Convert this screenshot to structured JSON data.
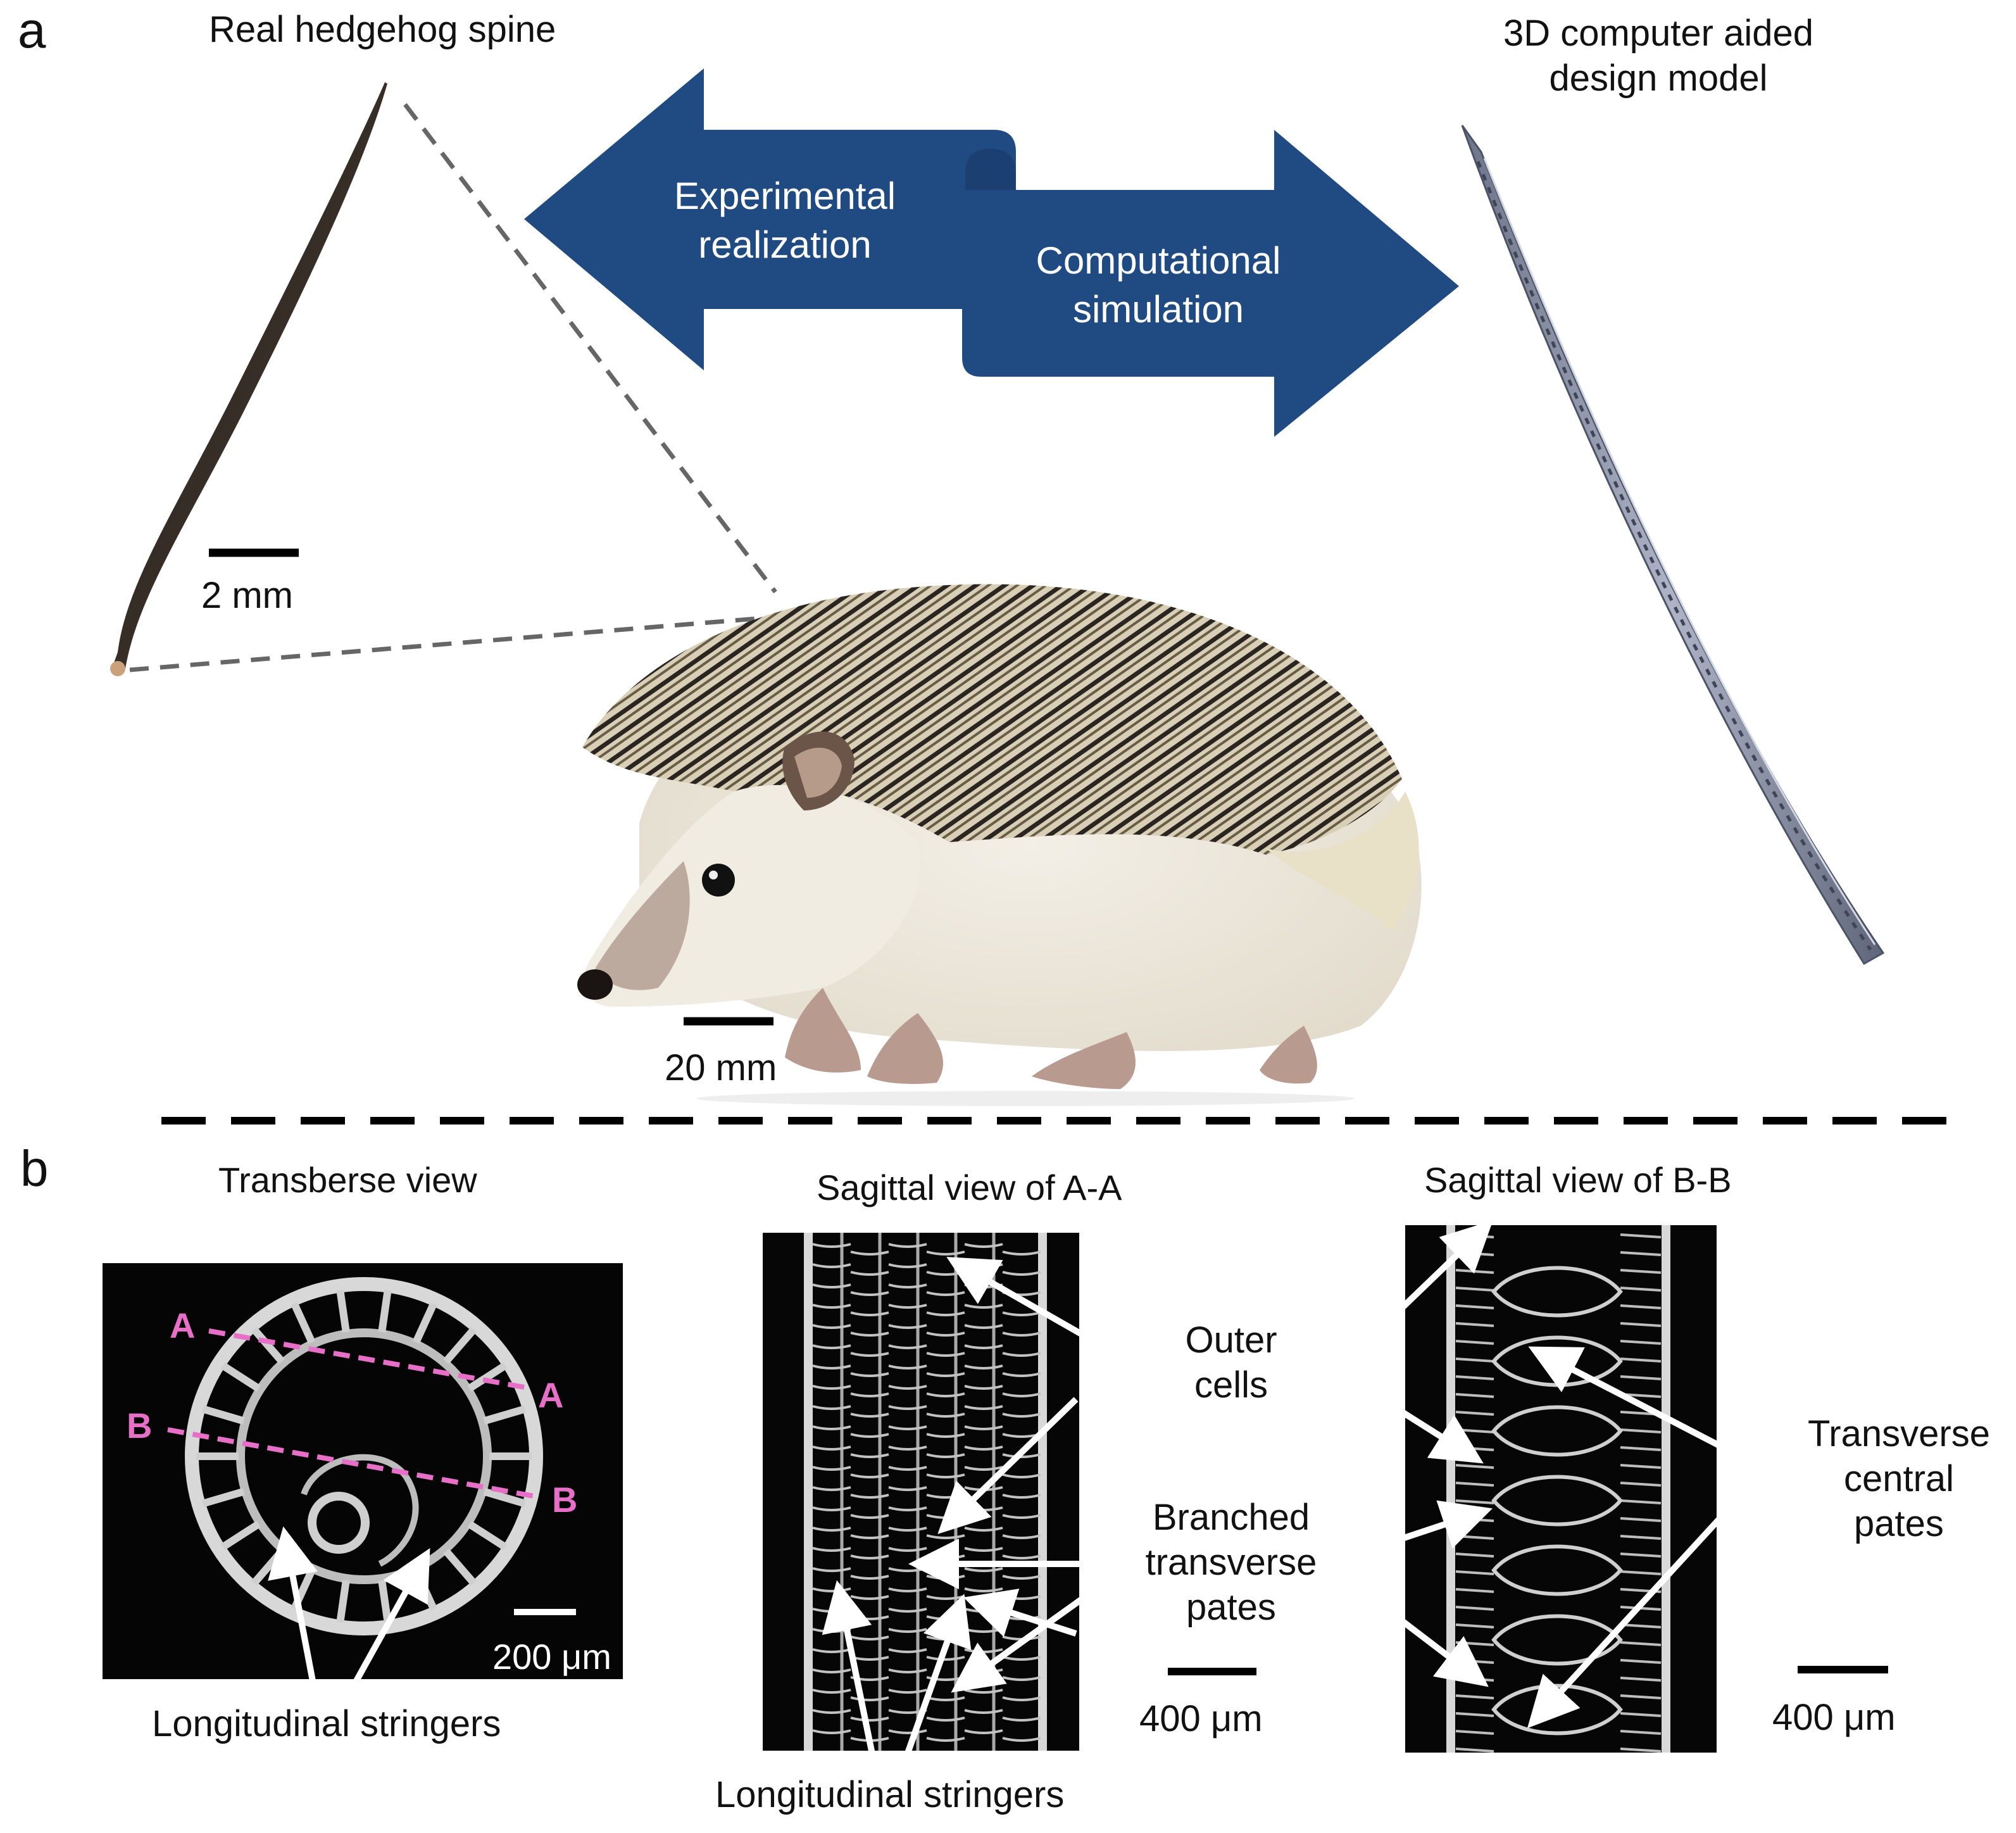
{
  "panel_a": {
    "letter": "a",
    "spine_title": "Real hedgehog spine",
    "cad_title_line1": "3D computer aided",
    "cad_title_line2": "design model",
    "arrow_left_line1": "Experimental",
    "arrow_left_line2": "realization",
    "arrow_right_line1": "Computational",
    "arrow_right_line2": "simulation",
    "scale_spine": "2 mm",
    "scale_hedgehog": "20 mm"
  },
  "panel_b": {
    "letter": "b",
    "transverse_title": "Transberse view",
    "sagittal_a_title": "Sagittal view of A-A",
    "sagittal_b_title": "Sagittal view of B-B",
    "section_a": "A",
    "section_b": "B",
    "scale_transverse": "200 μm",
    "scale_sagittal_a": "400 μm",
    "scale_sagittal_b": "400 μm",
    "label_longitudinal_1": "Longitudinal stringers",
    "label_longitudinal_2": "Longitudinal stringers",
    "label_outer_line1": "Outer",
    "label_outer_line2": "cells",
    "label_branched_line1": "Branched",
    "label_branched_line2": "transverse",
    "label_branched_line3": "pates",
    "label_central_line1": "Transverse",
    "label_central_line2": "central",
    "label_central_line3": "pates"
  },
  "colors": {
    "arrow_blue": "#1f4a82",
    "section_pink": "#e86fc8",
    "spine_brown": "#6b4a2e"
  }
}
